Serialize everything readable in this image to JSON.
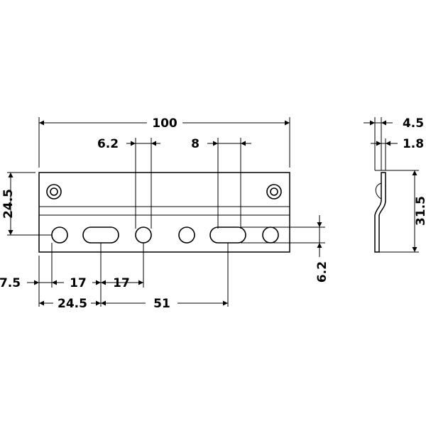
{
  "dimensions": {
    "overall_width": "100",
    "hole_diameter": "6.2",
    "slot_width": "8",
    "plate_height": "24.5",
    "left_offset": "7.5",
    "hole_pitch_a": "17",
    "hole_pitch_b": "17",
    "left_to_slot": "24.5",
    "slot_to_slot": "51",
    "hole_row_height": "6.2",
    "profile_depth": "4.5",
    "material_thickness": "1.8",
    "profile_height": "31.5"
  },
  "colors": {
    "line": "#000000",
    "background": "#ffffff"
  }
}
